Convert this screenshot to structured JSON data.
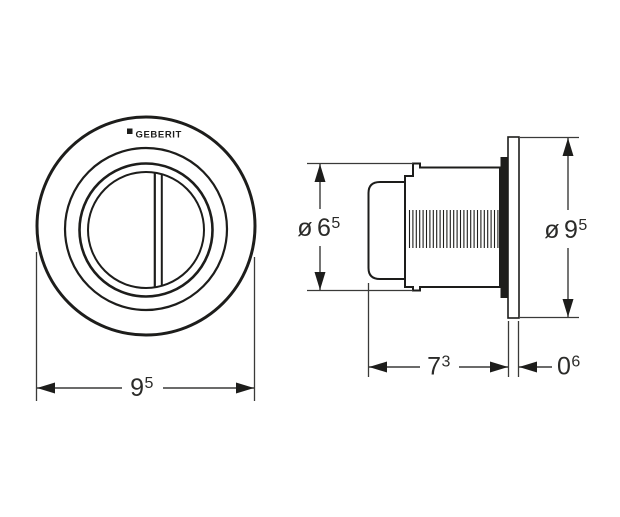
{
  "colors": {
    "outline": "#1d1d1b",
    "dimension_lines": "#3a3a38",
    "background": "#ffffff",
    "part_fill": "#ffffff"
  },
  "logo": {
    "text": "GEBERIT"
  },
  "dimensions": {
    "front_plate_width": {
      "main": "9",
      "sup": "5"
    },
    "body_diameter": {
      "prefix": "ø",
      "main": "6",
      "sup": "5"
    },
    "plate_diameter": {
      "prefix": "ø",
      "main": "9",
      "sup": "5"
    },
    "installation_depth": {
      "main": "7",
      "sup": "3"
    },
    "plate_thickness": {
      "main": "0",
      "sup": "6"
    }
  }
}
